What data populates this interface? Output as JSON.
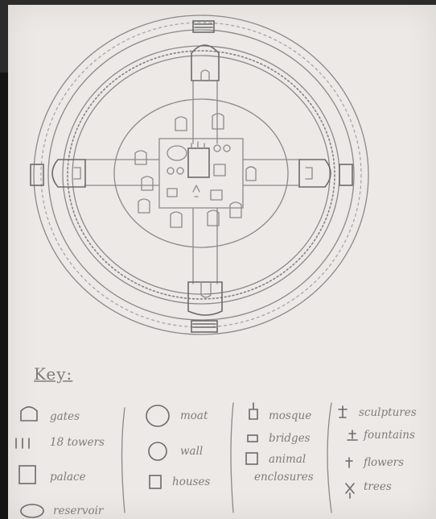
{
  "key_title": "Key:",
  "legend": [
    {
      "id": "gates",
      "label": "gates",
      "icon": "gate-icon"
    },
    {
      "id": "towers",
      "label": "18 towers",
      "icon": "tower-icon"
    },
    {
      "id": "palace",
      "label": "palace",
      "icon": "palace-icon"
    },
    {
      "id": "reservoir",
      "label": "reservoir",
      "icon": "reservoir-icon"
    },
    {
      "id": "moat",
      "label": "moat",
      "icon": "moat-icon"
    },
    {
      "id": "wall",
      "label": "wall",
      "icon": "wall-icon"
    },
    {
      "id": "houses",
      "label": "houses",
      "icon": "house-icon"
    },
    {
      "id": "mosque",
      "label": "mosque",
      "icon": "mosque-icon"
    },
    {
      "id": "bridges",
      "label": "bridges",
      "icon": "bridge-icon"
    },
    {
      "id": "animal_enclosures_1",
      "label": "animal",
      "icon": "enclosure-icon"
    },
    {
      "id": "animal_enclosures_2",
      "label": "enclosures",
      "icon": ""
    },
    {
      "id": "sculptures",
      "label": "sculptures",
      "icon": "sculpture-icon"
    },
    {
      "id": "fountains",
      "label": "fountains",
      "icon": "fountain-icon"
    },
    {
      "id": "flowers",
      "label": "flowers",
      "icon": "flower-icon"
    },
    {
      "id": "trees",
      "label": "trees",
      "icon": "tree-icon"
    }
  ],
  "colors": {
    "paper": "#ece9e6",
    "pencil": "#8a8a8a",
    "background": "#2b2b2b"
  }
}
